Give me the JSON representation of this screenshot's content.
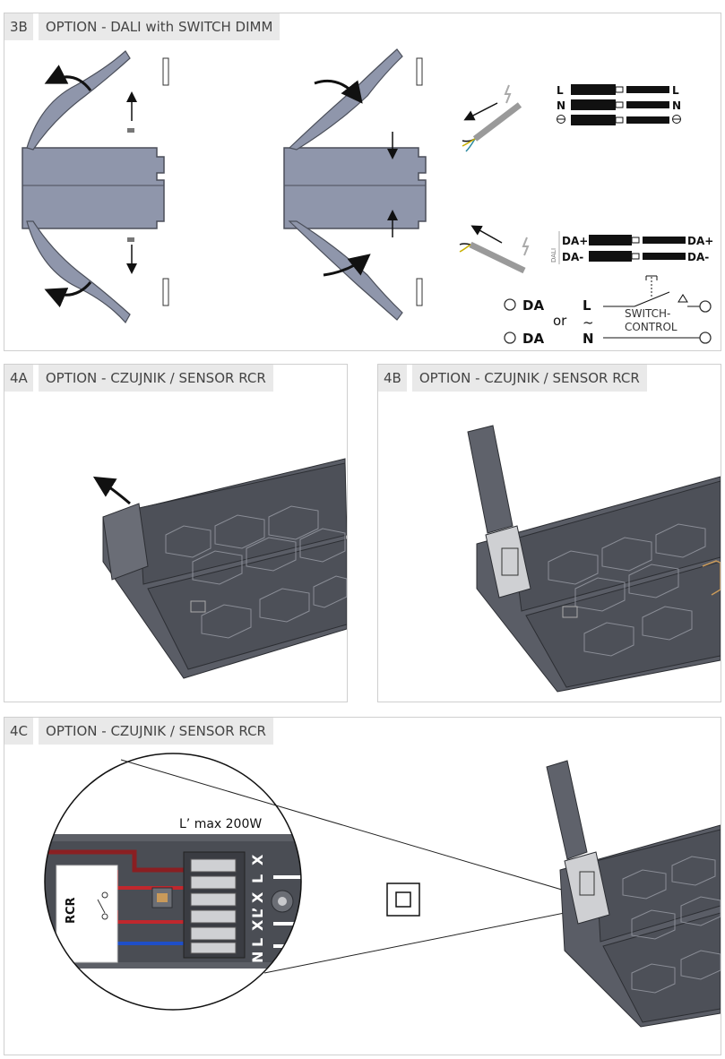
{
  "section_3b": {
    "code": "3B",
    "title": "OPTION - DALI with SWITCH DIMM",
    "wiring_power": {
      "l_left": "L",
      "n_left": "N",
      "l_right": "L",
      "n_right": "N"
    },
    "wiring_dali": {
      "dali_tag": "DALI",
      "da_plus_left": "DA+",
      "da_minus_left": "DA-",
      "da_plus_right": "DA+",
      "da_minus_right": "DA-"
    },
    "switch": {
      "da_1": "DA",
      "da_2": "DA",
      "or_text": "or",
      "l": "L",
      "tilde": "~",
      "n": "N",
      "switch_label_1": "SWITCH-",
      "switch_label_2": "CONTROL"
    }
  },
  "section_4a": {
    "code": "4A",
    "title": "OPTION - CZUJNIK / SENSOR RCR"
  },
  "section_4b": {
    "code": "4B",
    "title": "OPTION - CZUJNIK / SENSOR RCR"
  },
  "section_4c": {
    "code": "4C",
    "title": "OPTION - CZUJNIK / SENSOR RCR",
    "detail": {
      "max_label": "L’ max 200W",
      "rcr": "RCR",
      "terminals_top": [
        "L’",
        "X",
        "L",
        "X"
      ],
      "terminals_bottom": [
        "N",
        "L",
        "X"
      ]
    }
  },
  "colors": {
    "fixture": "#8f96ab",
    "outline": "#4b4f5a",
    "panel_dark": "#5a5d66",
    "live": "#c0272d",
    "neutral": "#1f4fc8"
  }
}
